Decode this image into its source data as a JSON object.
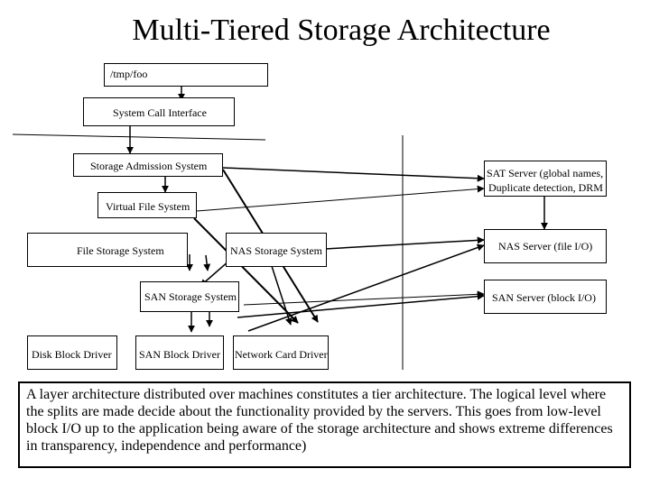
{
  "title": "Multi-Tiered Storage Architecture",
  "boxes": {
    "path": "/tmp/foo",
    "system_call_interface": "System Call Interface",
    "storage_admission_system": "Storage Admission System",
    "virtual_file_system": "Virtual File System",
    "file_storage_system": "File Storage System",
    "nas_storage_system": "NAS Storage System",
    "san_storage_system": "SAN Storage System",
    "disk_block_driver": "Disk Block Driver",
    "san_block_driver": "SAN Block Driver",
    "network_card_driver": "Network Card Driver",
    "sat_server_line1": "SAT Server (global names,",
    "sat_server_line2": "Duplicate detection, DRM",
    "nas_server": "NAS Server (file I/O)",
    "san_server": "SAN Server (block I/O)"
  },
  "caption": "A layer architecture distributed over machines constitutes a tier architecture. The logical level where the splits are made decide about the functionality provided by the servers. This goes from low-level block I/O up to the application being aware of the storage architecture and shows extreme differences in transparency, independence and performance)"
}
